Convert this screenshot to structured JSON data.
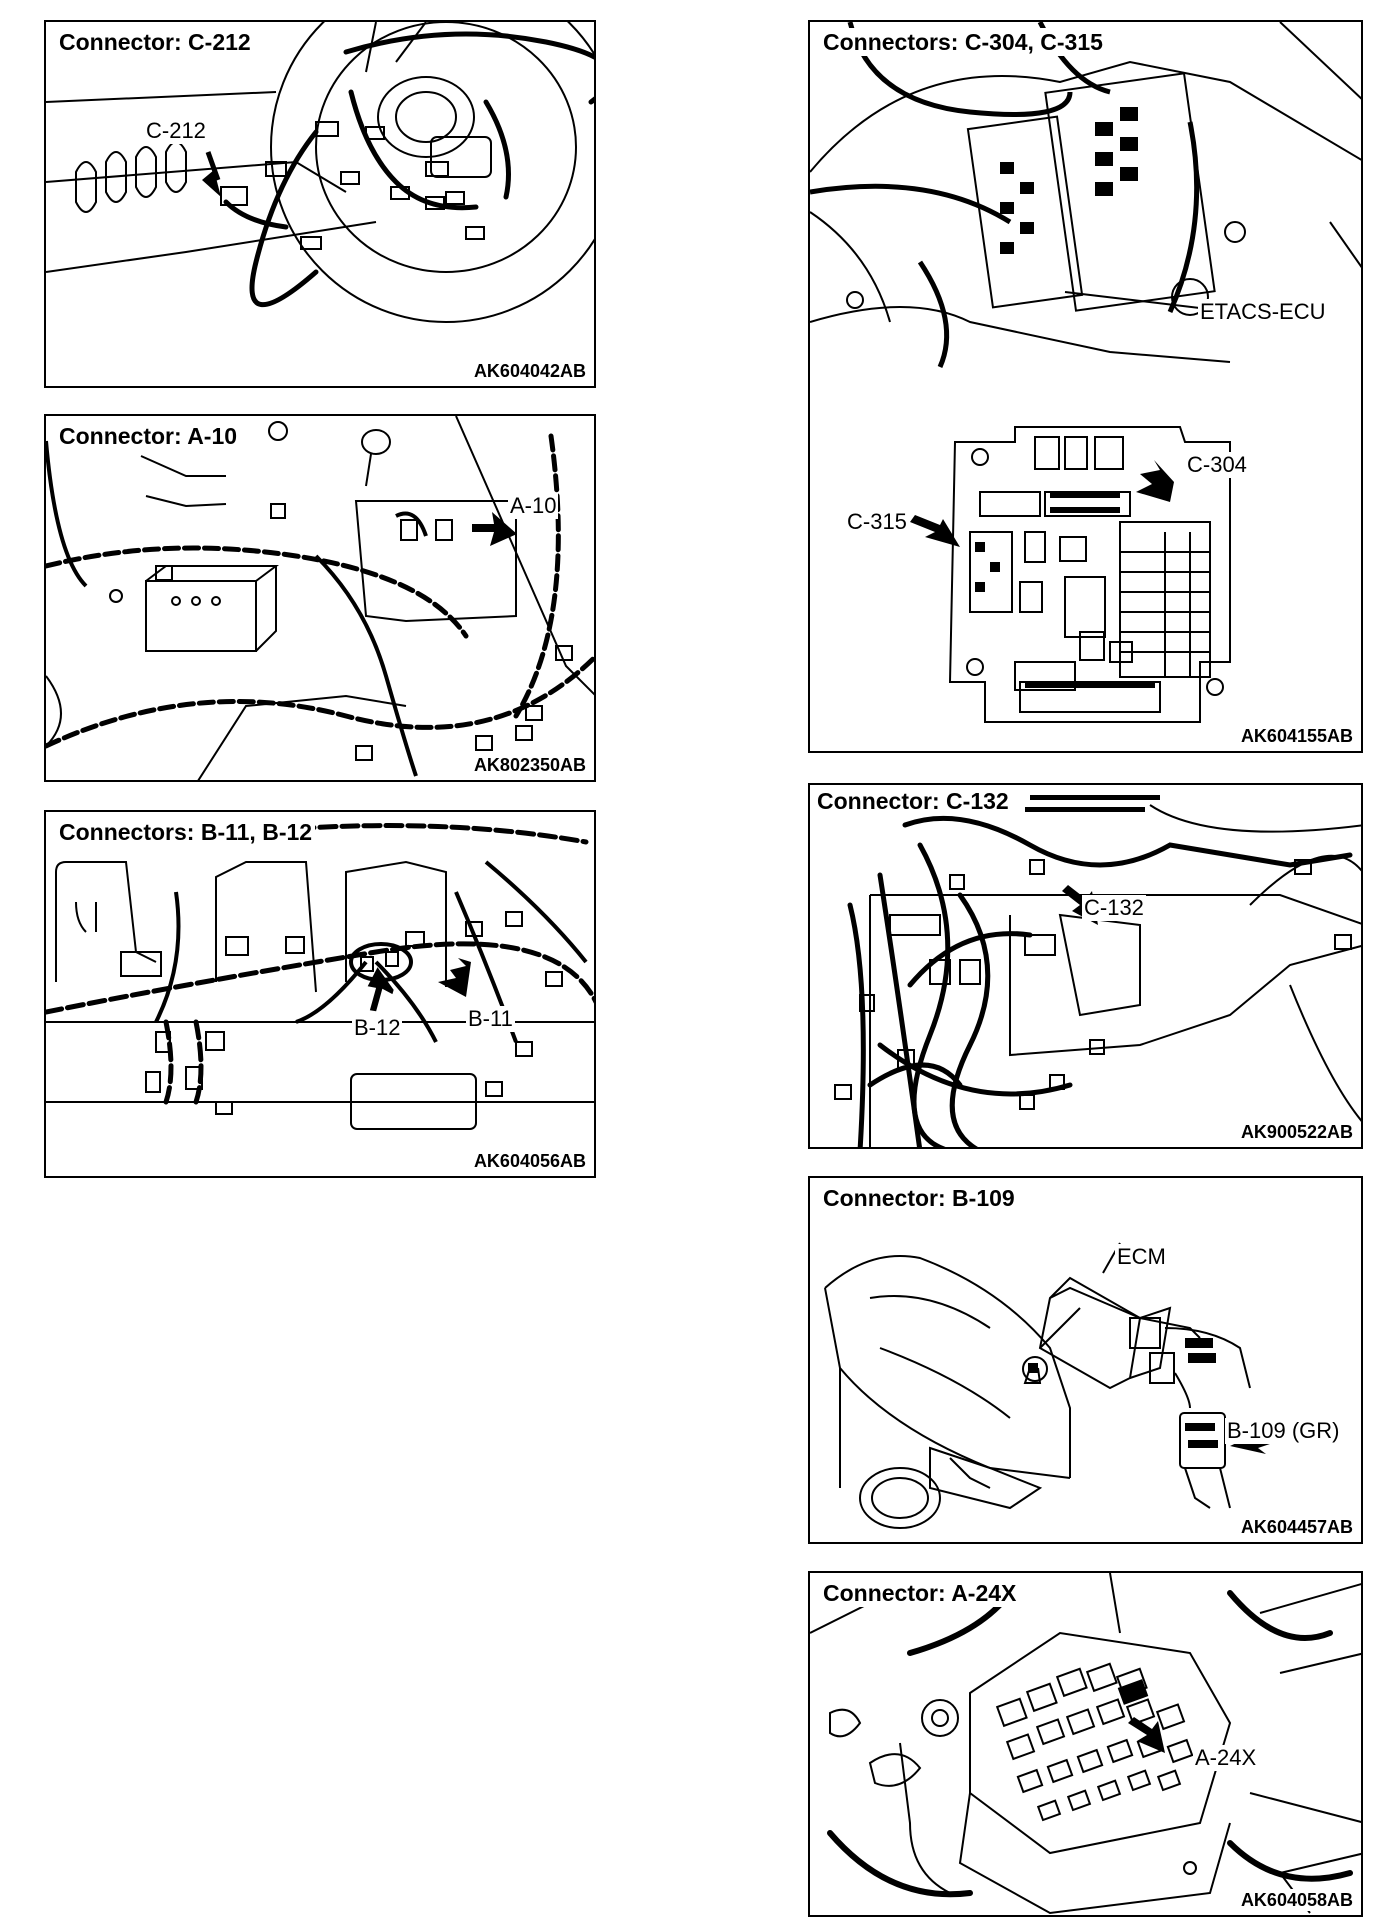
{
  "panels": {
    "c212": {
      "title": "Connector: C-212",
      "callout": "C-212",
      "figure_id": "AK604042AB"
    },
    "a10": {
      "title": "Connector: A-10",
      "callout": "A-10",
      "figure_id": "AK802350AB"
    },
    "b11b12": {
      "title": "Connectors: B-11, B-12",
      "callout_b12": "B-12",
      "callout_b11": "B-11",
      "figure_id": "AK604056AB"
    },
    "c304c315": {
      "title": "Connectors:  C-304, C-315",
      "callout_etacs": "ETACS-ECU",
      "callout_c304": "C-304",
      "callout_c315": "C-315",
      "figure_id": "AK604155AB"
    },
    "c132": {
      "title": "Connector: C-132",
      "callout": "C-132",
      "figure_id": "AK900522AB"
    },
    "b109": {
      "title": "Connector: B-109",
      "callout_ecm": "ECM",
      "callout": "B-109 (GR)",
      "figure_id": "AK604457AB"
    },
    "a24x": {
      "title": "Connector: A-24X",
      "callout": "A-24X",
      "figure_id": "AK604058AB"
    }
  },
  "colors": {
    "line": "#000000",
    "background": "#ffffff"
  }
}
